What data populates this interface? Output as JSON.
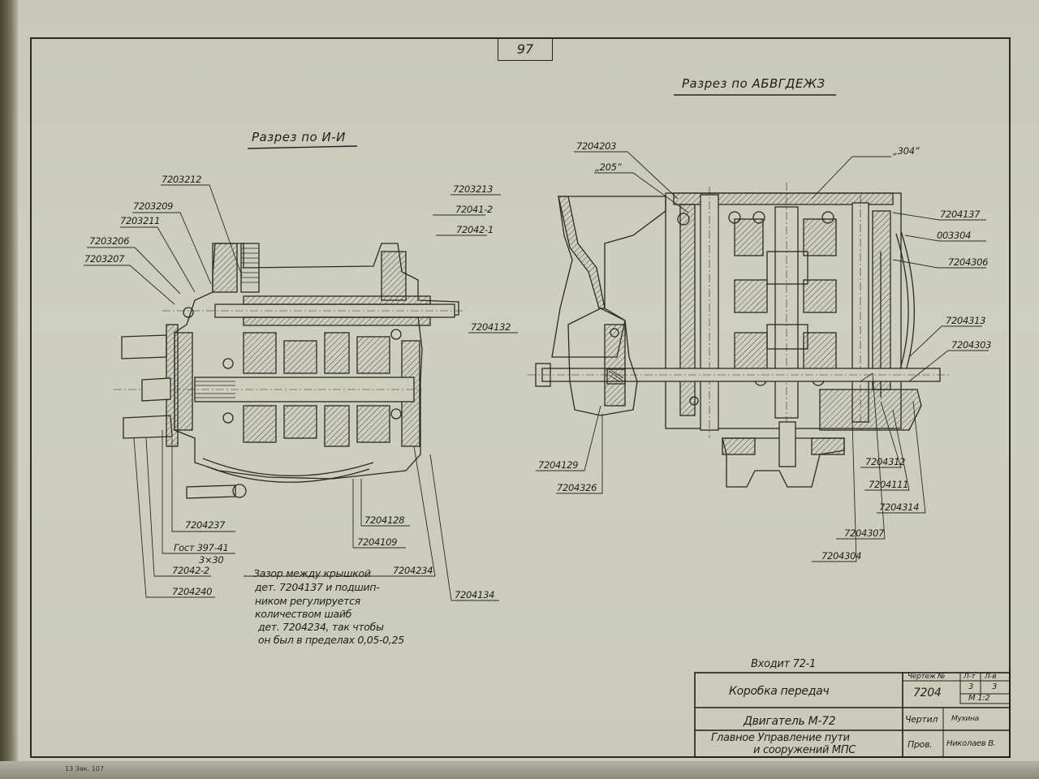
{
  "sheet": {
    "page_number": "97",
    "footer_print_mark": "13 Зак. 107"
  },
  "views": {
    "left": {
      "title": "Разрез по И-И",
      "part_labels": [
        "7203212",
        "7203209",
        "7203211",
        "7203206",
        "7203207",
        "7203213",
        "72041-2",
        "72042-1",
        "7204132",
        "7204237",
        "Гост 397-41",
        "3×30",
        "72042-2",
        "7204240",
        "7204128",
        "7204109",
        "7204234",
        "7204134"
      ]
    },
    "right": {
      "title": "Разрез по АБВГДЕЖЗ",
      "part_labels": [
        "7204203",
        "„205”",
        "„304”",
        "7204137",
        "003304",
        "7204306",
        "7204313",
        "7204303",
        "7204129",
        "7204326",
        "7204312",
        "7204111",
        "7204314",
        "7204307",
        "7204304"
      ]
    }
  },
  "note": {
    "lines": [
      "Зазор между крышкой",
      "дет. 7204137 и подшип-",
      "ником регулируется",
      "количеством шайб",
      "дет. 7204234, так чтобы",
      "он был в пределах 0,05-0,25"
    ]
  },
  "title_block": {
    "included_in": "Входит 72-1",
    "part_name": "Коробка передач",
    "assembly": "Двигатель М-72",
    "organization_line1": "Главное Управление пути",
    "organization_line2": "и сооружений МПС",
    "drawing_no_label": "Чертеж №",
    "drawing_no": "7204",
    "sheet_label": "Л-т",
    "sheets_label": "Л-в",
    "sheet": "3",
    "sheets": "3",
    "scale": "М 1:2",
    "drawn_label": "Чертил",
    "drawn_by": "Мухина",
    "checked_label": "Пров.",
    "checked_by": "Николаев В."
  },
  "colors": {
    "paper": "#cccbba",
    "ink": "#1e1e1a",
    "hatch": "#3a3a34"
  }
}
